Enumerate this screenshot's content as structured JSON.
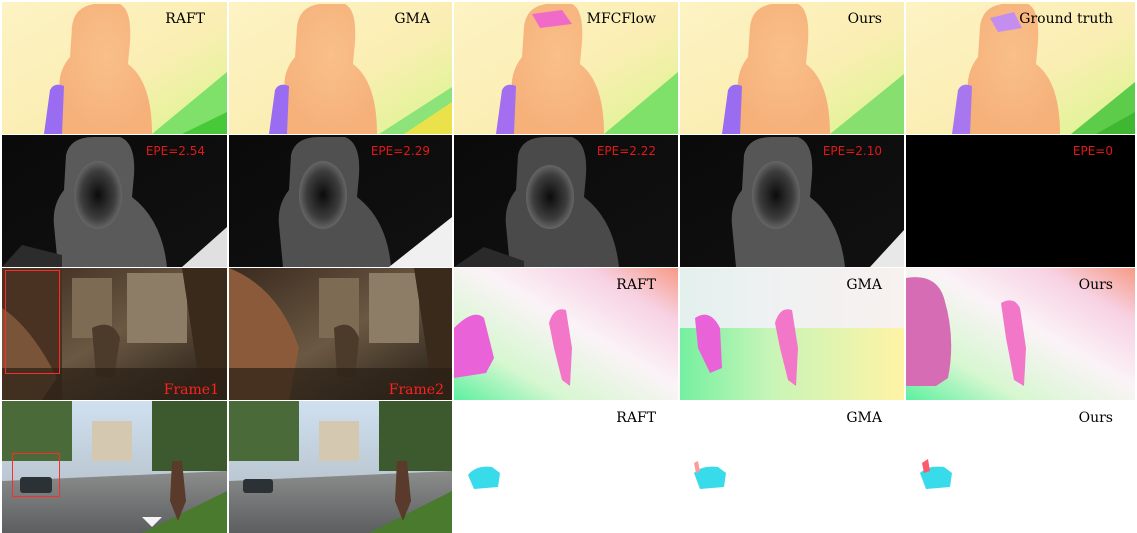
{
  "row1": {
    "labels": [
      "RAFT",
      "GMA",
      "MFCFlow",
      "Ours",
      "Ground truth"
    ],
    "icons": [
      "flow-visualization-image"
    ]
  },
  "row2": {
    "epe": [
      "EPE=2.54",
      "EPE=2.29",
      "EPE=2.22",
      "EPE=2.10",
      "EPE=0"
    ],
    "icons": [
      "error-map-image"
    ]
  },
  "row3": {
    "frames": [
      "Frame1",
      "Frame2"
    ],
    "labels": [
      "RAFT",
      "GMA",
      "Ours"
    ]
  },
  "row4": {
    "labels": [
      "RAFT",
      "GMA",
      "Ours"
    ]
  },
  "colors": {
    "label_red": "#e01818",
    "box_red": "#ff2a2a"
  }
}
